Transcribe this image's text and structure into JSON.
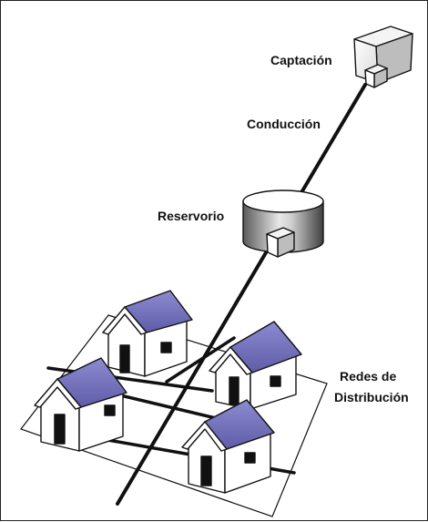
{
  "labels": {
    "captacion": "Captación",
    "conduccion": "Conducción",
    "reservorio": "Reservorio",
    "redes_line1": "Redes de",
    "redes_line2": "Distribución"
  },
  "colors": {
    "roof": "#7a78c0",
    "roof_dark": "#5b5aa3",
    "wall": "#ffffff",
    "outline": "#111111",
    "pipe": "#111111",
    "tank_dark": "#4a4a4a",
    "tank_light": "#e6e6e6"
  }
}
